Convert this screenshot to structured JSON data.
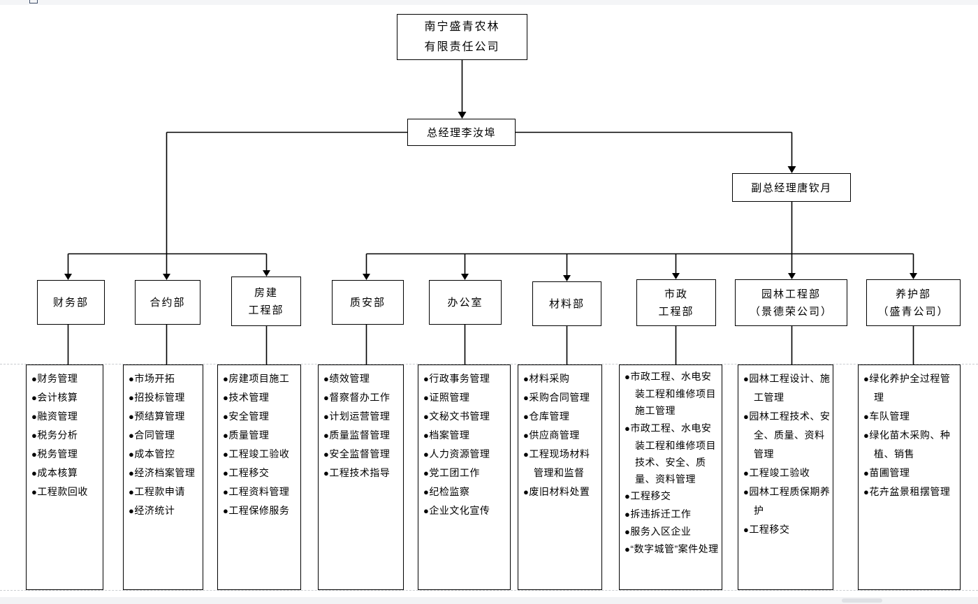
{
  "org": {
    "bullet_glyph": "●",
    "company": {
      "line1": "南宁盛青农林",
      "line2": "有限责任公司"
    },
    "general_manager": "总经理李汝埠",
    "deputy_manager": "副总经理唐钦月",
    "departments": [
      {
        "name": "财务部",
        "name_lines": [
          "财务部"
        ],
        "duties": [
          "财务管理",
          "会计核算",
          "融资管理",
          "税务分析",
          "税务管理",
          "成本核算",
          "工程款回收"
        ]
      },
      {
        "name": "合约部",
        "name_lines": [
          "合约部"
        ],
        "duties": [
          "市场开拓",
          "招投标管理",
          "预结算管理",
          "合同管理",
          "成本管控",
          "经济档案管理",
          "工程款申请",
          "经济统计"
        ]
      },
      {
        "name": "房建工程部",
        "name_lines": [
          "房建",
          "工程部"
        ],
        "duties": [
          "房建项目施工",
          "技术管理",
          "安全管理",
          "质量管理",
          "工程竣工验收",
          "工程移交",
          "工程资料管理",
          "工程保修服务"
        ]
      },
      {
        "name": "质安部",
        "name_lines": [
          "质安部"
        ],
        "duties": [
          "绩效管理",
          "督察督办工作",
          "计划运营管理",
          "质量监督管理",
          "安全监督管理",
          "工程技术指导"
        ]
      },
      {
        "name": "办公室",
        "name_lines": [
          "办公室"
        ],
        "duties": [
          "行政事务管理",
          "证照管理",
          "文秘文书管理",
          "档案管理",
          "人力资源管理",
          "党工团工作",
          "纪检监察",
          "企业文化宣传"
        ]
      },
      {
        "name": "材料部",
        "name_lines": [
          "材料部"
        ],
        "duties": [
          "材料采购",
          "采购合同管理",
          "仓库管理",
          "供应商管理",
          "工程现场材料管理和监督",
          "废旧材料处置"
        ]
      },
      {
        "name": "市政工程部",
        "name_lines": [
          "市政",
          "工程部"
        ],
        "duties": [
          "市政工程、水电安装工程和维修项目施工管理",
          "市政工程、水电安装工程和维修项目技术、安全、质量、资料管理",
          "工程移交",
          "拆违拆迁工作",
          "服务入区企业",
          "“数字城管”案件处理"
        ]
      },
      {
        "name": "园林工程部（景德荣公司）",
        "name_lines": [
          "园林工程部",
          "（景德荣公司）"
        ],
        "duties": [
          "园林工程设计、施工管理",
          "园林工程技术、安全、质量、资料管理",
          "工程竣工验收",
          "园林工程质保期养护",
          "工程移交"
        ]
      },
      {
        "name": "养护部（盛青公司）",
        "name_lines": [
          "养护部",
          "（盛青公司）"
        ],
        "duties": [
          "绿化养护全过程管理",
          "车队管理",
          "绿化苗木采购、种植、销售",
          "苗圃管理",
          "花卉盆景租摆管理"
        ]
      }
    ]
  }
}
